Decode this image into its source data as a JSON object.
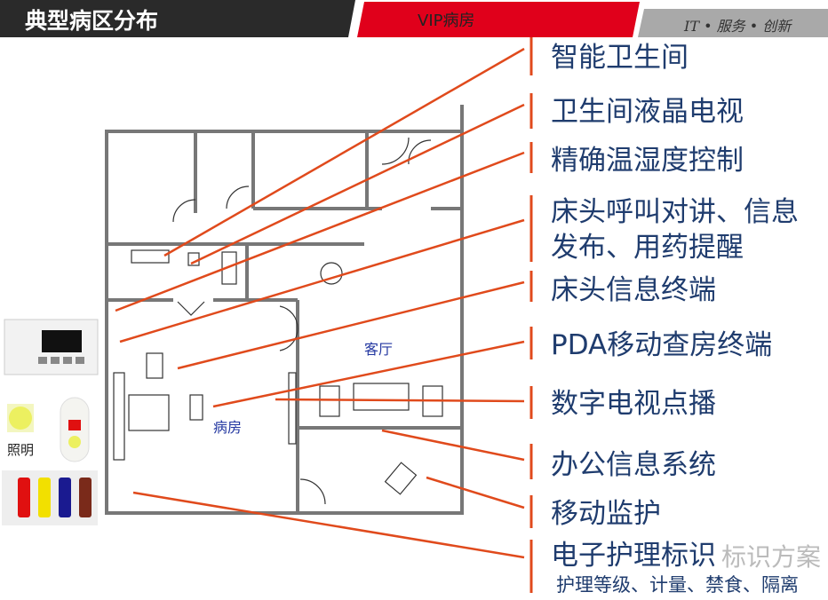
{
  "header": {
    "title": "典型病区分布",
    "tab": "VIP病房",
    "slogan": "IT • 服务 • 创新"
  },
  "labels": [
    "智能卫生间",
    "卫生间液晶电视",
    "精确温湿度控制",
    "床头呼叫对讲、信息",
    "发布、用药提醒",
    "床头信息终端",
    "PDA移动查房终端",
    "数字电视点播",
    "办公信息系统",
    "移动监护",
    "电子护理标识"
  ],
  "sublabel": "护理等级、计量、禁食、隔离",
  "rooms": {
    "living": "客厅",
    "ward": "病房"
  },
  "devices": {
    "light_label": "照明"
  },
  "watermark": "标识方案",
  "colors": {
    "accent": "#e0001b",
    "line": "#e04a1c",
    "text": "#1f3c6e"
  }
}
